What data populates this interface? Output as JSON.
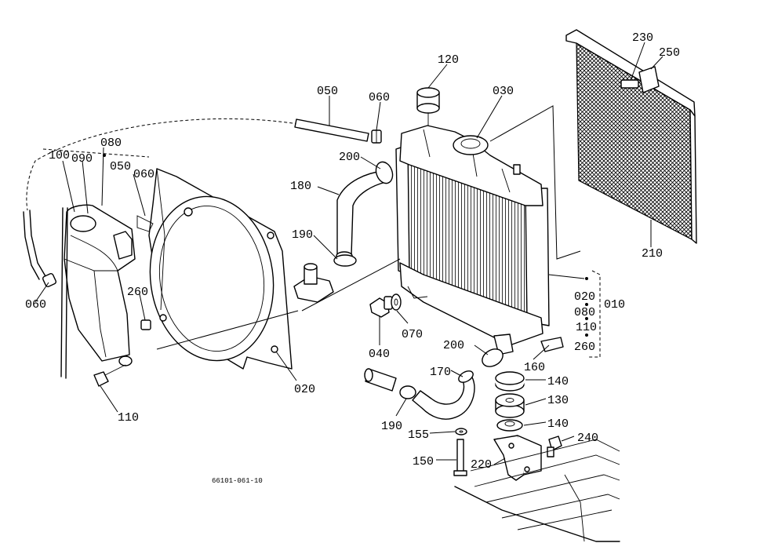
{
  "labels": {
    "p120": "120",
    "p030": "030",
    "p050a": "050",
    "p060a": "060",
    "p230": "230",
    "p250": "250",
    "p080a": "080",
    "p100": "100",
    "p090": "090",
    "p050b": "050",
    "p060b": "060",
    "p200a": "200",
    "p180": "180",
    "p210": "210",
    "p190a": "190",
    "p060c": "060",
    "p260a": "260",
    "p020a": "020",
    "p010": "010",
    "p080b": "080",
    "p110a": "110",
    "p260b": "260",
    "p070": "070",
    "p040": "040",
    "p200b": "200",
    "p160": "160",
    "p020b": "020",
    "p110b": "110",
    "p170": "170",
    "p140a": "140",
    "p130": "130",
    "p140b": "140",
    "p190b": "190",
    "p155": "155",
    "p240": "240",
    "p220": "220",
    "p150": "150"
  },
  "drawing_ref": "66101-061-10"
}
